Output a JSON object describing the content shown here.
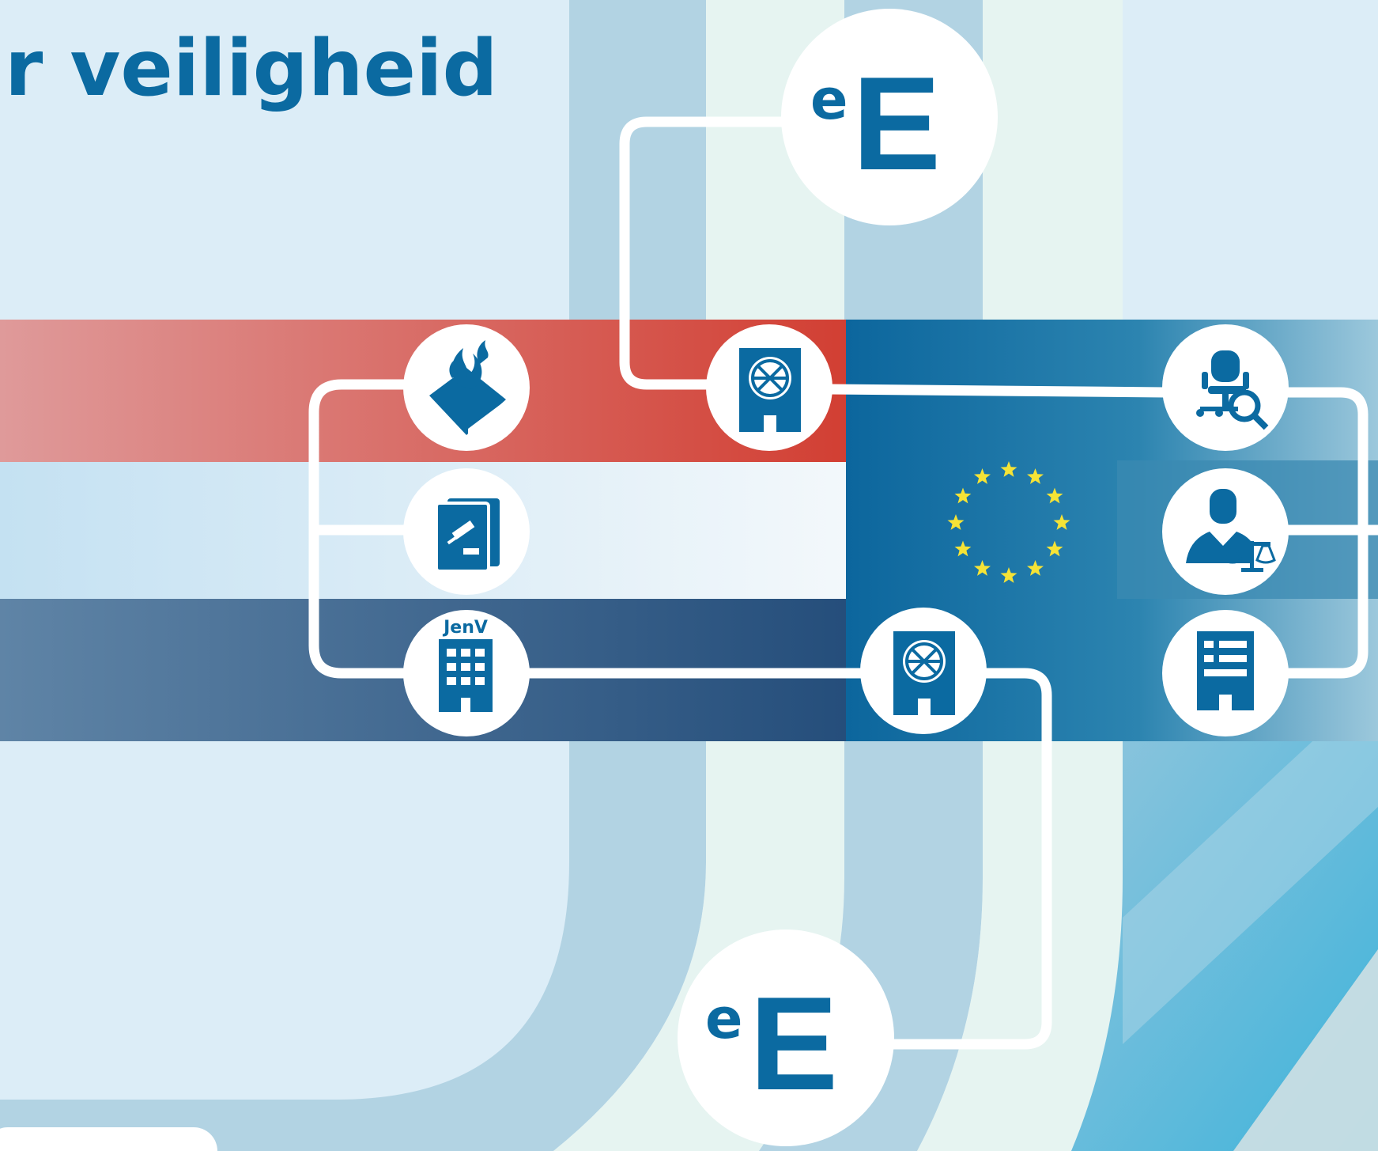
{
  "title": "r veiligheid",
  "colors": {
    "background": "#dcedf7",
    "brand_blue": "#0b6aa1",
    "dutch_red": "#d5413a",
    "dutch_blue": "#27527e",
    "eu_blue": "#0f6ca1",
    "eu_star": "#f5e336",
    "connector": "#ffffff"
  },
  "ee_badges": [
    {
      "small": "e",
      "big": "E",
      "position": "top"
    },
    {
      "small": "e",
      "big": "E",
      "position": "bottom"
    }
  ],
  "nodes": {
    "police": {
      "icon": "police-flame-icon"
    },
    "judiciary": {
      "icon": "gavel-book-icon"
    },
    "ministry": {
      "icon": "ministry-building-icon",
      "label": "JenV"
    },
    "nl_embassy": {
      "icon": "embassy-globe-building-icon"
    },
    "eu_investigator": {
      "icon": "investigation-chair-icon"
    },
    "eu_prosecutor": {
      "icon": "prosecutor-scales-icon"
    },
    "eu_office": {
      "icon": "office-building-icon"
    },
    "eu_embassy": {
      "icon": "embassy-globe-building-icon"
    }
  },
  "eu_flag": {
    "stars": 12,
    "icon": "eu-stars-circle-icon"
  }
}
